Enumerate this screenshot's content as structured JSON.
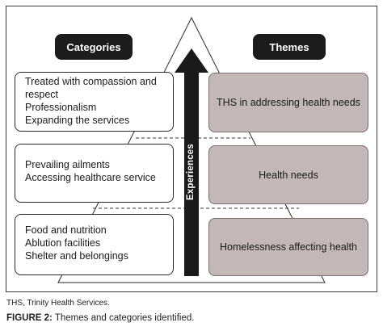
{
  "headers": {
    "categories": "Categories",
    "themes": "Themes"
  },
  "categories": [
    {
      "lines": [
        "Treated with compassion and",
        "respect",
        "Professionalism",
        "Expanding the services"
      ]
    },
    {
      "lines": [
        "Prevailing ailments",
        "Accessing healthcare service"
      ]
    },
    {
      "lines": [
        "Food and nutrition",
        "Ablution facilities",
        "Shelter and belongings"
      ]
    }
  ],
  "themes": [
    "THS in addressing health needs",
    "Health needs",
    "Homelessness affecting health"
  ],
  "arrow_label": "Experiences",
  "footnote": "THS, Trinity Health Services.",
  "caption": {
    "label": "FIGURE 2:",
    "text": " Themes and categories identified."
  },
  "colors": {
    "header_bg": "#1c1c1c",
    "theme_fill": "#c3b7b7",
    "arrow": "#1a1a1a"
  }
}
